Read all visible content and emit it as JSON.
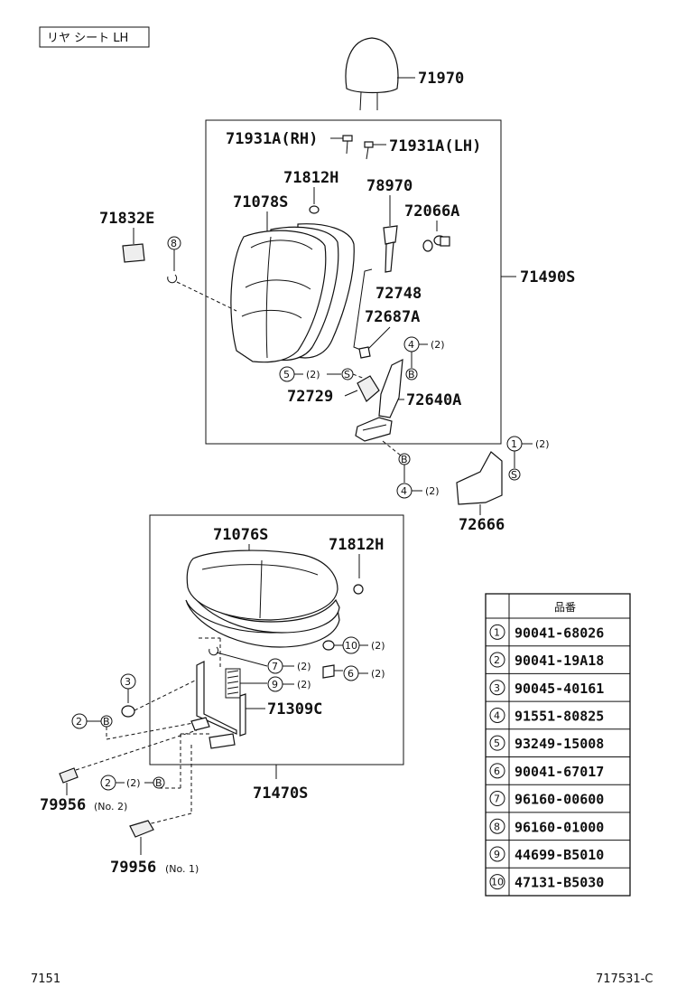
{
  "header_label": "リヤ シート LH",
  "footer": {
    "left": "7151",
    "right": "717531-C"
  },
  "callouts": {
    "p71970": "71970",
    "p71931A_RH": "71931A(RH)",
    "p71931A_LH": "71931A(LH)",
    "p71812H_top": "71812H",
    "p78970": "78970",
    "p71078S": "71078S",
    "p72066A": "72066A",
    "p71832E": "71832E",
    "p71490S": "71490S",
    "p72748": "72748",
    "p72687A": "72687A",
    "p72729": "72729",
    "p72640A": "72640A",
    "p72666": "72666",
    "p71076S": "71076S",
    "p71812H_bot": "71812H",
    "p71309C": "71309C",
    "p71470S": "71470S",
    "p79956_no2": "79956",
    "p79956_no2_suffix": "(No. 2)",
    "p79956_no1": "79956",
    "p79956_no1_suffix": "(No. 1)"
  },
  "refs": {
    "r8": "8",
    "r4a": "4",
    "r4a_qty": "(2)",
    "rBa": "B",
    "r5": "5",
    "r5_qty": "(2)",
    "rSa": "S",
    "rB_mid": "B",
    "r4b": "4",
    "r4b_qty": "(2)",
    "r1": "1",
    "r1_qty": "(2)",
    "rSb": "S",
    "r10": "10",
    "r10_qty": "(2)",
    "r6": "6",
    "r6_qty": "(2)",
    "r7": "7",
    "r7_qty": "(2)",
    "r9": "9",
    "r9_qty": "(2)",
    "r3": "3",
    "r2a": "2",
    "rBb": "B",
    "r2b": "2",
    "r2b_qty": "(2)",
    "rBc": "B"
  },
  "table": {
    "header": "品番",
    "rows": [
      {
        "no": "1",
        "part": "90041-68026"
      },
      {
        "no": "2",
        "part": "90041-19A18"
      },
      {
        "no": "3",
        "part": "90045-40161"
      },
      {
        "no": "4",
        "part": "91551-80825"
      },
      {
        "no": "5",
        "part": "93249-15008"
      },
      {
        "no": "6",
        "part": "90041-67017"
      },
      {
        "no": "7",
        "part": "96160-00600"
      },
      {
        "no": "8",
        "part": "96160-01000"
      },
      {
        "no": "9",
        "part": "44699-B5010"
      },
      {
        "no": "10",
        "part": "47131-B5030"
      }
    ]
  }
}
